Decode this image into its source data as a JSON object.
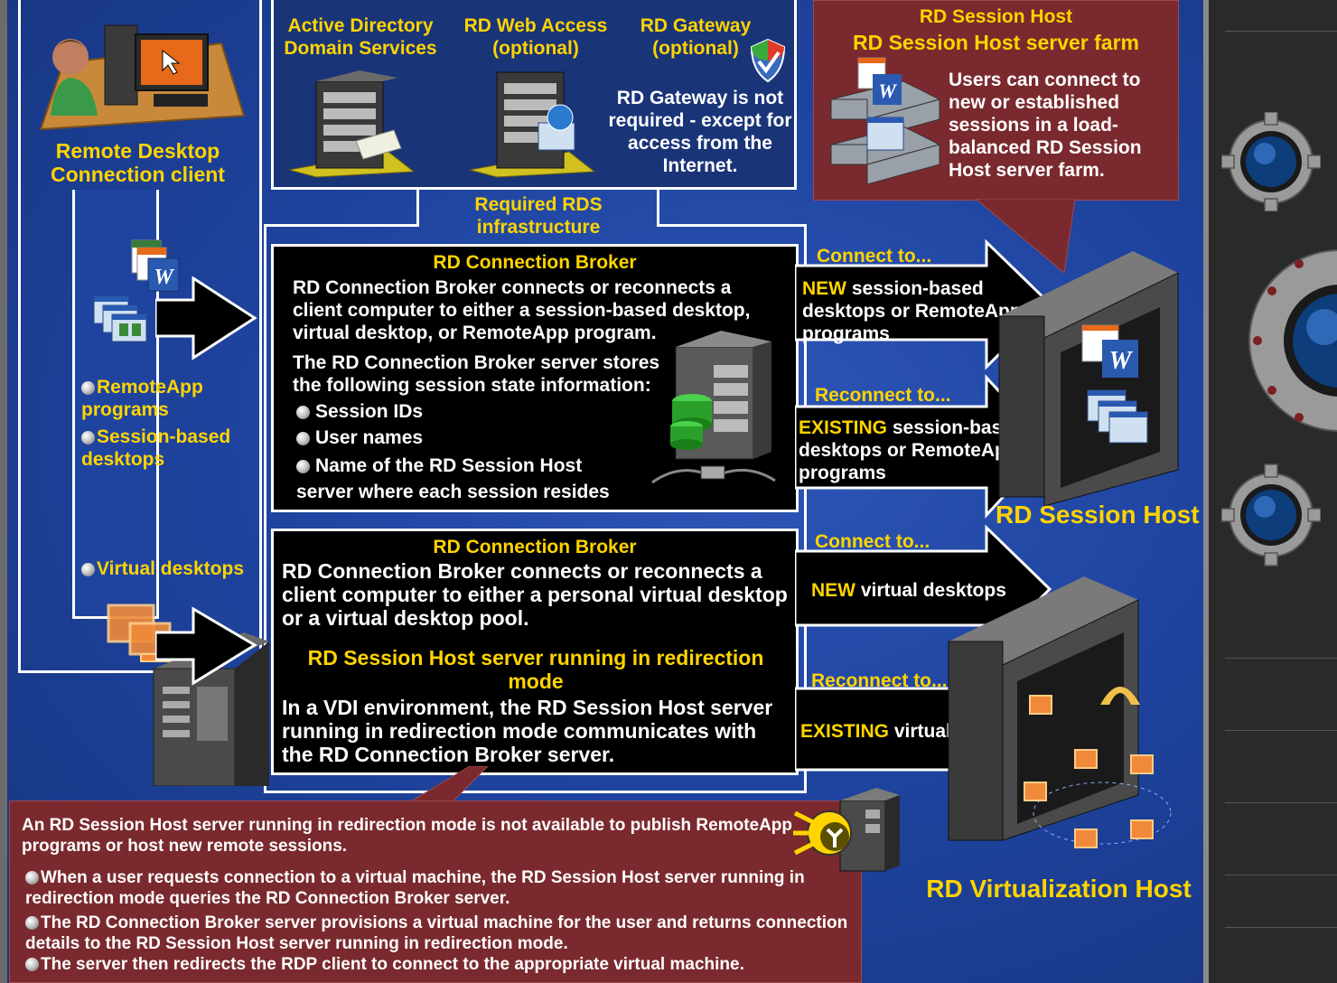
{
  "client": {
    "label": "Remote Desktop Connection client",
    "items": [
      "RemoteApp programs",
      "Session-based desktops",
      "Virtual desktops"
    ]
  },
  "infrastructure": {
    "ad_label": "Active Directory Domain Services",
    "webaccess_label": "RD Web Access (optional)",
    "gateway_label": "RD Gateway (optional)",
    "gateway_note": "RD Gateway is not required - except for access from the Internet.",
    "required_label": "Required RDS infrastructure"
  },
  "session_farm": {
    "title": "RD Session Host",
    "subtitle": "RD Session Host server farm",
    "text": "Users can connect to new or established sessions in a load-balanced RD Session Host server farm."
  },
  "broker1": {
    "title": "RD Connection Broker",
    "text": "RD Connection Broker connects or reconnects a client computer to either a session-based desktop, virtual desktop, or RemoteApp program.",
    "stores_text": "The RD Connection Broker server stores the following session state information:",
    "items": [
      "Session IDs",
      "User names",
      "Name of the RD Session Host server where each session resides"
    ]
  },
  "broker2": {
    "title": "RD Connection Broker",
    "text": "RD Connection Broker connects or reconnects a client computer to either a personal virtual desktop or a virtual desktop pool.",
    "redirect_title": "RD Session Host server running in redirection mode",
    "redirect_text": "In a VDI environment, the RD Session Host server running in redirection mode communicates with the RD Connection Broker server."
  },
  "arrows": {
    "connect1": "Connect to...",
    "new1_kw": "NEW",
    "new1_rest": "session-based desktops or RemoteApp programs",
    "reconnect1": "Reconnect to...",
    "existing1_kw": "EXISTING",
    "existing1_rest": "session-based desktops or RemoteApp programs",
    "connect2": "Connect to...",
    "new2_kw": "NEW",
    "new2_rest": "virtual desktops",
    "reconnect2": "Reconnect to...",
    "existing2_kw": "EXISTING",
    "existing2_rest": "virtual desktops"
  },
  "hosts": {
    "session_host": "RD Session Host",
    "virtualization_host": "RD Virtualization Host"
  },
  "redirection_note": {
    "intro": "An RD Session Host server running in redirection mode is not available to publish RemoteApp programs or host new remote sessions.",
    "items": [
      "When a user requests connection to a virtual machine, the RD Session Host server running in redirection mode queries the RD Connection Broker server.",
      "The RD Connection Broker server provisions a virtual machine for the user and returns connection details to the RD Session Host server running in redirection mode.",
      "The server then redirects the RDP client to connect to the appropriate virtual machine."
    ]
  },
  "colors": {
    "accent_yellow": "#ffd400",
    "maroon": "#7a2a2e",
    "background_blue": "#1f44a0"
  }
}
